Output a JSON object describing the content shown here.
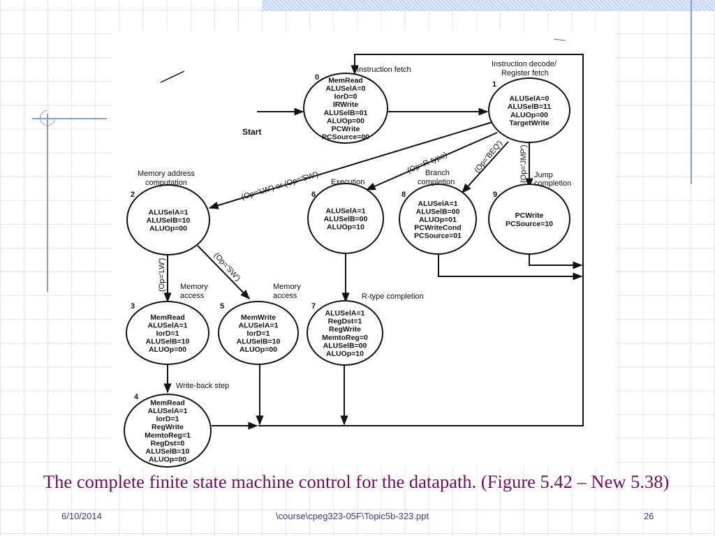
{
  "slide": {
    "caption": "The complete finite state machine control for the datapath.  (Figure 5.42 – New 5.38)",
    "footer": {
      "date": "6/10/2014",
      "file_path": "\\course\\cpeg323-05F\\Topic5b-323.ppt",
      "page_number": "26"
    },
    "colors": {
      "caption": "#6b0f5e",
      "footer": "#3a3a8a",
      "grid": "#c8cdeb",
      "accent_line": "#8a9ad6"
    }
  },
  "diagram": {
    "start_label": "Start",
    "states": [
      {
        "id": "0",
        "title": "Instruction fetch",
        "signals": [
          "MemRead",
          "ALUSelA=0",
          "IorD=0",
          "IRWrite",
          "ALUSelB=01",
          "ALUOp=00",
          "PCWrite",
          "PCSource=00"
        ]
      },
      {
        "id": "1",
        "title_lines": [
          "Instruction decode/",
          "Register fetch"
        ],
        "signals": [
          "ALUSelA=0",
          "ALUSelB=11",
          "ALUOp=00",
          "TargetWrite"
        ]
      },
      {
        "id": "2",
        "title_lines": [
          "Memory address",
          "computation"
        ],
        "signals": [
          "ALUSelA=1",
          "ALUSelB=10",
          "ALUOp=00"
        ]
      },
      {
        "id": "3",
        "title_lines": [
          "Memory",
          "access"
        ],
        "signals": [
          "MemRead",
          "ALUSelA=1",
          "IorD=1",
          "ALUSelB=10",
          "ALUOp=00"
        ]
      },
      {
        "id": "4",
        "title": "Write-back step",
        "signals": [
          "MemRead",
          "ALUSelA=1",
          "IorD=1",
          "RegWrite",
          "MemtoReg=1",
          "RegDst=0",
          "ALUSelB=10",
          "ALUOp=00"
        ]
      },
      {
        "id": "5",
        "title_lines": [
          "Memory",
          "access"
        ],
        "signals": [
          "MemWrite",
          "ALUSelA=1",
          "IorD=1",
          "ALUSelB=10",
          "ALUOp=00"
        ]
      },
      {
        "id": "6",
        "title": "Execution",
        "signals": [
          "ALUSelA=1",
          "ALUSelB=00",
          "ALUOp=10"
        ]
      },
      {
        "id": "7",
        "title": "R-type completion",
        "signals": [
          "ALUSelA=1",
          "RegDst=1",
          "RegWrite",
          "MemtoReg=0",
          "ALUSelB=00",
          "ALUOp=10"
        ]
      },
      {
        "id": "8",
        "title_lines": [
          "Branch",
          "completion"
        ],
        "signals": [
          "ALUSelA=1",
          "ALUSelB=00",
          "ALUOp=01",
          "PCWriteCond",
          "PCSource=01"
        ]
      },
      {
        "id": "9",
        "title_lines": [
          "Jump",
          "completion"
        ],
        "signals": [
          "PCWrite",
          "PCSource=10"
        ]
      }
    ],
    "transitions": [
      {
        "from": "start",
        "to": "0",
        "label": ""
      },
      {
        "from": "0",
        "to": "1",
        "label": ""
      },
      {
        "from": "1",
        "to": "2",
        "label": "(Op='LW') or (Op='SW')"
      },
      {
        "from": "1",
        "to": "6",
        "label": "(Op=R-type)"
      },
      {
        "from": "1",
        "to": "8",
        "label": "(Op='BEQ')"
      },
      {
        "from": "1",
        "to": "9",
        "label": "(Op='JMP')"
      },
      {
        "from": "2",
        "to": "3",
        "label": "(Op='LW')"
      },
      {
        "from": "2",
        "to": "5",
        "label": "(Op='SW')"
      },
      {
        "from": "3",
        "to": "4",
        "label": ""
      },
      {
        "from": "6",
        "to": "7",
        "label": ""
      },
      {
        "from": "4",
        "to": "0",
        "label": ""
      },
      {
        "from": "5",
        "to": "0",
        "label": ""
      },
      {
        "from": "7",
        "to": "0",
        "label": ""
      },
      {
        "from": "8",
        "to": "0",
        "label": ""
      },
      {
        "from": "9",
        "to": "0",
        "label": ""
      }
    ]
  }
}
